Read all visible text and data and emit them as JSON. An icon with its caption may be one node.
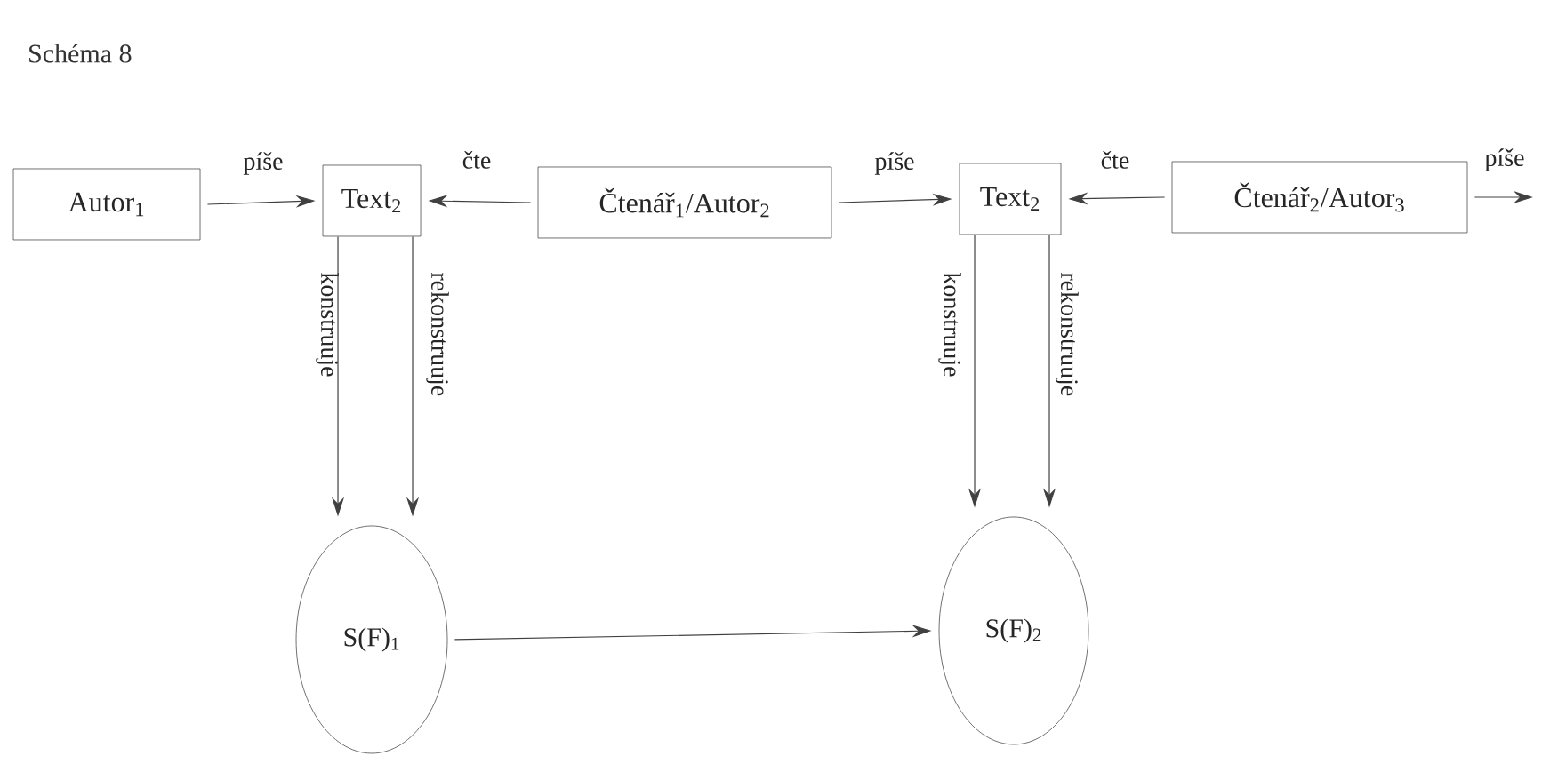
{
  "diagram": {
    "title": "Schéma 8",
    "nodes": [
      {
        "text": [
          "Autor$_{1}$"
        ]
      },
      {
        "text": [
          "Text$_{2}$"
        ]
      },
      {
        "text": [
          "Čtenář$_{1}$/Autor$_{2}$"
        ]
      },
      {
        "text": [
          "Text$_{2}$"
        ]
      },
      {
        "text": [
          "Čtenář$_{2}$/Autor$_{3}$"
        ]
      },
      {
        "text": [
          "S(F)$_{1}$"
        ]
      },
      {
        "text": [
          "S(F)$_{2}$"
        ]
      }
    ],
    "edges": [
      {
        "from": 0,
        "to": 1,
        "arrow": "to",
        "label": "píše"
      },
      {
        "from": 2,
        "to": 1,
        "arrow": "to",
        "label": "čte"
      },
      {
        "from": 2,
        "to": 3,
        "arrow": "to",
        "label": "píše"
      },
      {
        "from": 4,
        "to": 3,
        "arrow": "to",
        "label": "čte"
      },
      {
        "from": 4,
        "to": null,
        "arrow": "to",
        "label": "píše"
      },
      {
        "from": 1,
        "to": 5,
        "arrow": "to",
        "label": "konstruuje"
      },
      {
        "from": 1,
        "to": 5,
        "arrow": "to",
        "label": "rekonstruuje"
      },
      {
        "from": 3,
        "to": 6,
        "arrow": "to",
        "label": "konstruuje"
      },
      {
        "from": 3,
        "to": 6,
        "arrow": "to",
        "label": "rekonstruuje"
      },
      {
        "from": 5,
        "to": 6,
        "arrow": "to"
      }
    ]
  }
}
